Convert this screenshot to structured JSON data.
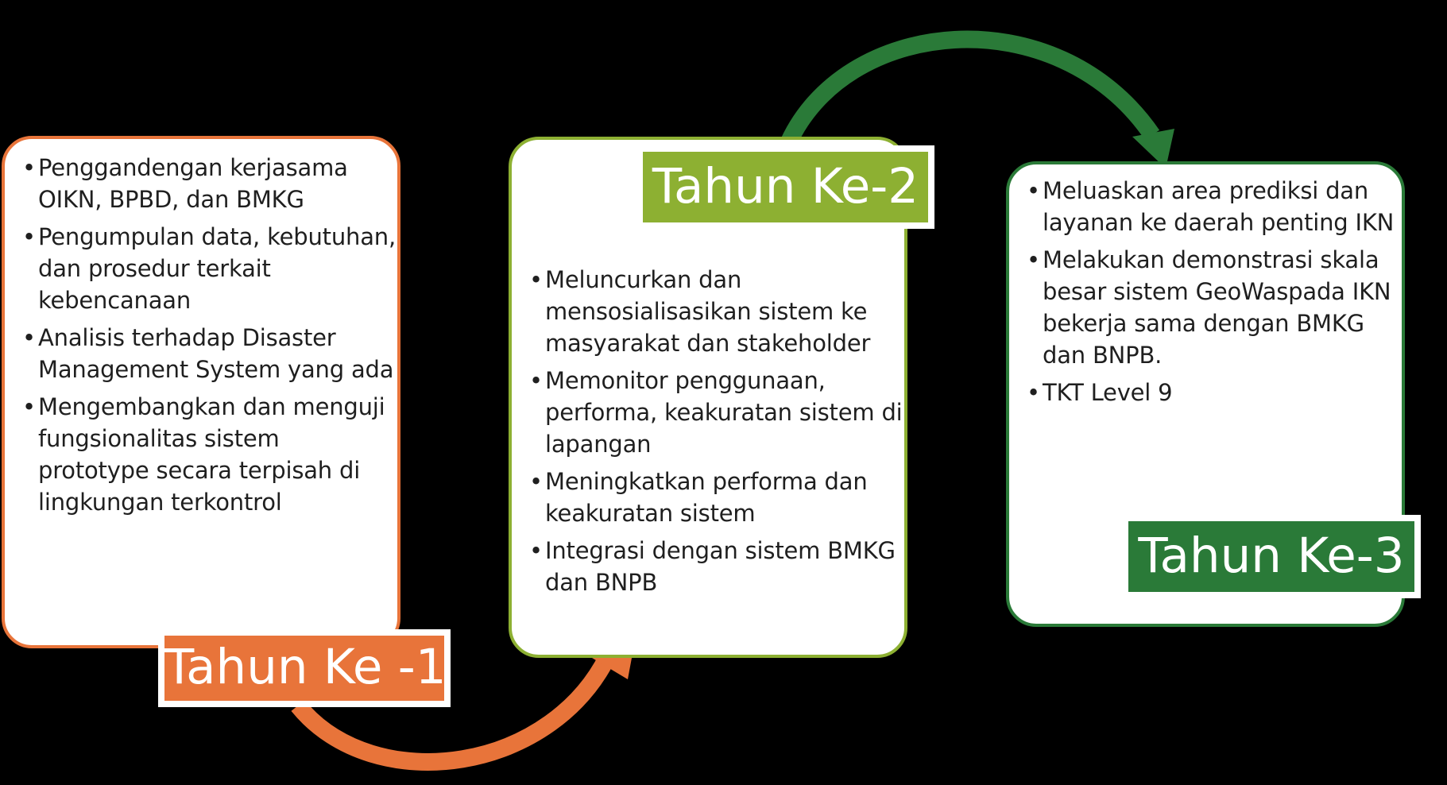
{
  "colors": {
    "year1": "#e8743a",
    "year2": "#8db032",
    "year3": "#2a7a38"
  },
  "stages": [
    {
      "label": "Tahun Ke -1",
      "items": [
        "Penggandengan kerjasama OIKN, BPBD, dan BMKG",
        "Pengumpulan data, kebutuhan, dan prosedur terkait kebencanaan",
        "Analisis terhadap Disaster Management System yang ada",
        "Mengembangkan dan menguji fungsionalitas sistem prototype secara terpisah di lingkungan terkontrol"
      ]
    },
    {
      "label": "Tahun Ke-2",
      "items": [
        "Meluncurkan dan mensosialisasikan sistem ke masyarakat dan stakeholder",
        "Memonitor penggunaan, performa, keakuratan sistem di lapangan",
        "Meningkatkan performa dan keakuratan sistem",
        "Integrasi dengan sistem BMKG dan BNPB"
      ]
    },
    {
      "label": "Tahun Ke-3",
      "items": [
        "Meluaskan area prediksi dan layanan ke daerah penting IKN",
        "Melakukan demonstrasi skala besar sistem GeoWaspada IKN bekerja sama dengan BMKG dan BNPB.",
        "TKT Level 9"
      ]
    }
  ]
}
